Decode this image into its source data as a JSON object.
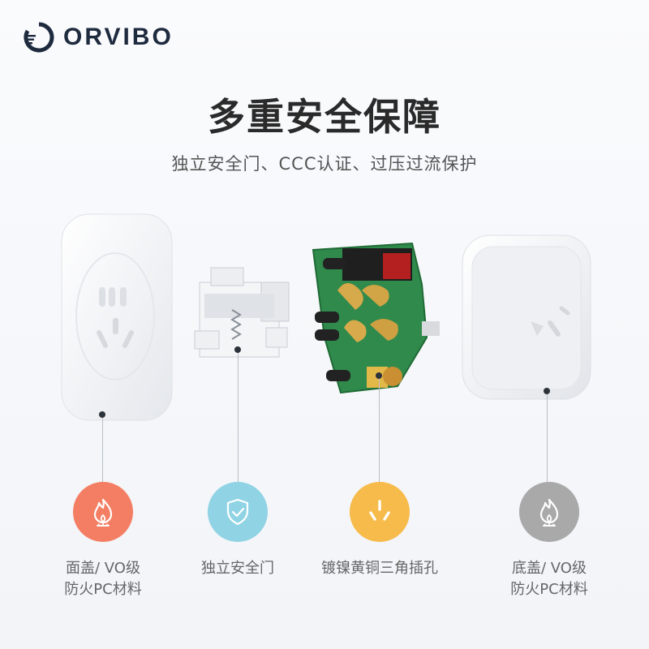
{
  "brand": {
    "name": "ORVIBO",
    "logo_icon": "orvibo-logo-icon"
  },
  "title": "多重安全保障",
  "subtitle": "独立安全门、CCC认证、过压过流保护",
  "features": [
    {
      "icon": "flame-icon",
      "color": "#f47e63",
      "line1": "面盖/ VO级",
      "line2": "防火PC材料"
    },
    {
      "icon": "shield-check-icon",
      "color": "#8fd3e4",
      "line1": "独立安全门",
      "line2": ""
    },
    {
      "icon": "three-pin-socket-icon",
      "color": "#f6bb4a",
      "line1": "镀镍黄铜三角插孔",
      "line2": ""
    },
    {
      "icon": "flame-icon",
      "color": "#a9a9a9",
      "line1": "底盖/ VO级",
      "line2": "防火PC材料"
    }
  ]
}
